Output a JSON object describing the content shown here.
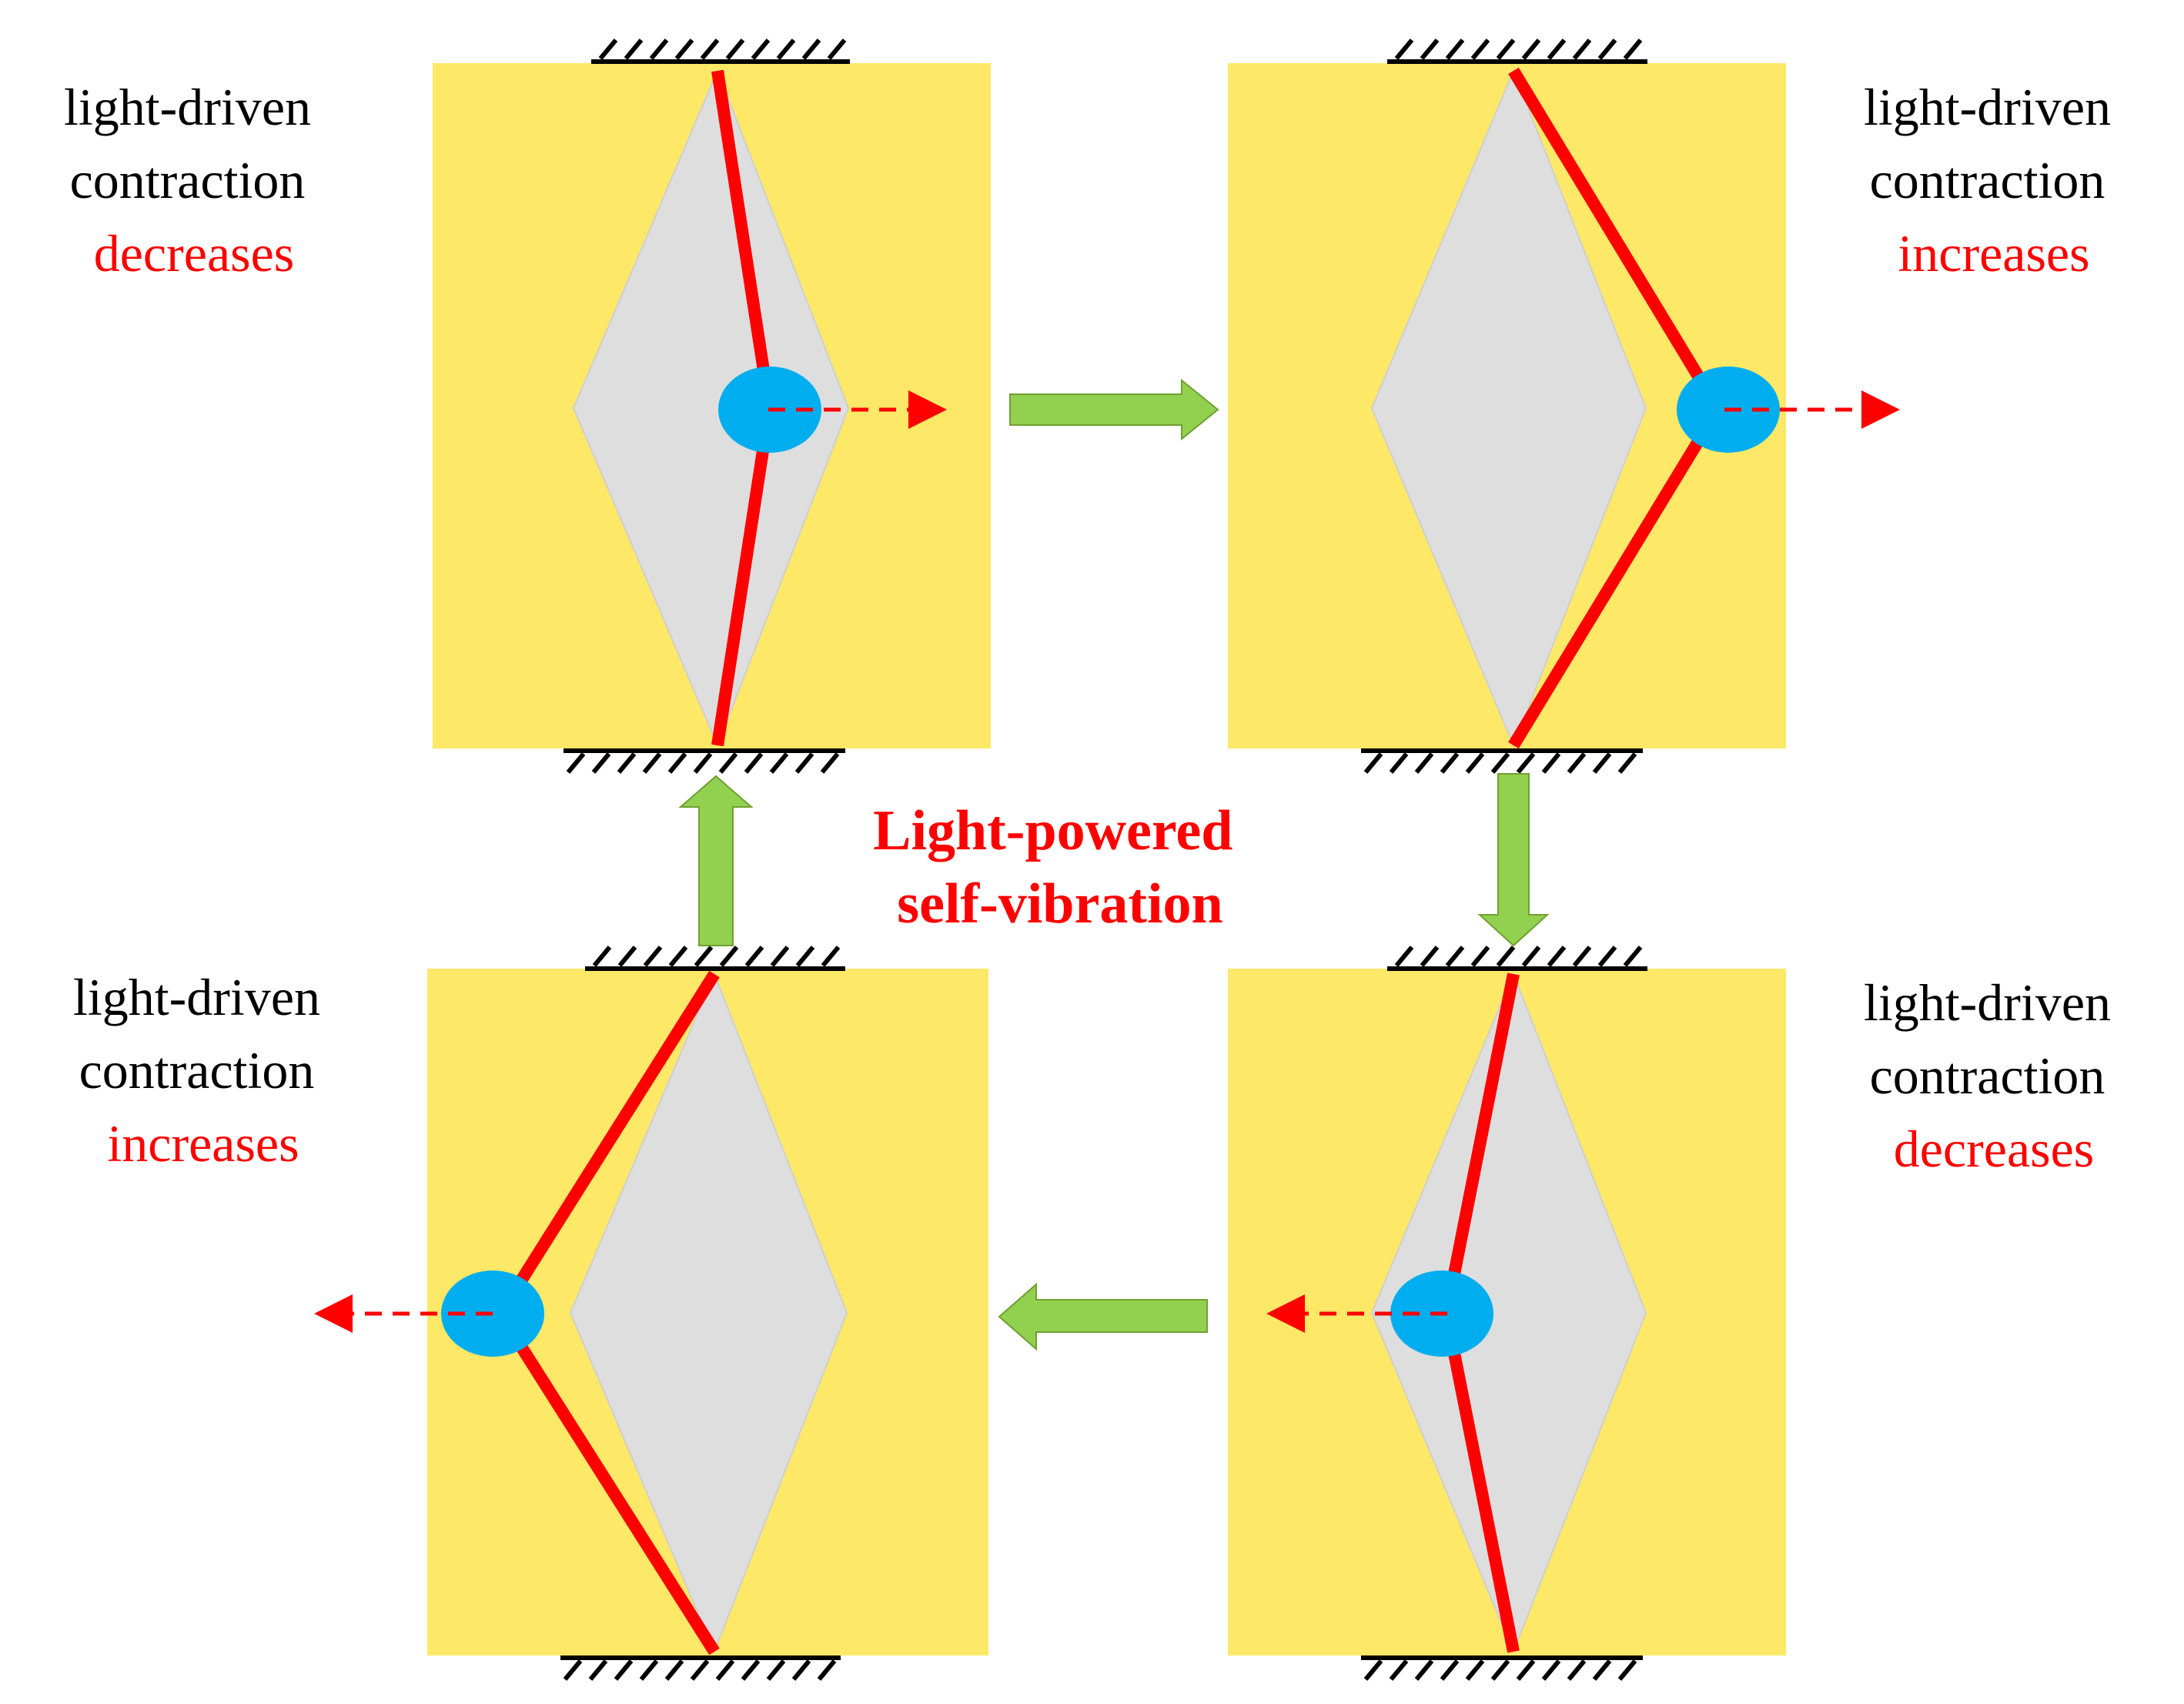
{
  "center_label": {
    "line1": "Light-powered",
    "line2": "self-vibration"
  },
  "colors": {
    "light_region": "#fde867",
    "shadow_region": "#dedede",
    "fiber": "#ff0000",
    "mass": "#00aeef",
    "arrow": "#92d050",
    "arrow_outline": "#70a030",
    "label_text": "#000000",
    "label_emphasis": "#ff0000"
  },
  "panels": [
    {
      "id": "top-left",
      "label": {
        "line1": "light-driven",
        "line2": "contraction",
        "line3": "decreases"
      },
      "motion_direction": "right"
    },
    {
      "id": "top-right",
      "label": {
        "line1": "light-driven",
        "line2": "contraction",
        "line3": "increases"
      },
      "motion_direction": "right"
    },
    {
      "id": "bottom-right",
      "label": {
        "line1": "light-driven",
        "line2": "contraction",
        "line3": "decreases"
      },
      "motion_direction": "left"
    },
    {
      "id": "bottom-left",
      "label": {
        "line1": "light-driven",
        "line2": "contraction",
        "line3": "increases"
      },
      "motion_direction": "left"
    }
  ],
  "cycle_order": [
    "top-left",
    "top-right",
    "bottom-right",
    "bottom-left"
  ]
}
